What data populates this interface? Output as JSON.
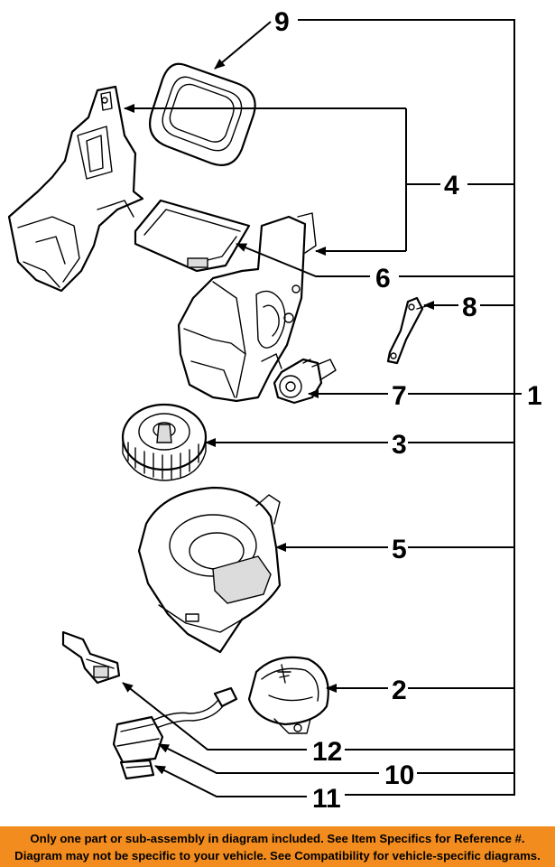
{
  "diagram": {
    "callouts": {
      "c1": "1",
      "c2": "2",
      "c3": "3",
      "c4": "4",
      "c5": "5",
      "c6": "6",
      "c7": "7",
      "c8": "8",
      "c9": "9",
      "c10": "10",
      "c11": "11",
      "c12": "12"
    }
  },
  "banner": {
    "line1": "Only one part or sub-assembly in diagram included. See Item Specifics for Reference #.",
    "line2": "Diagram may not be specific to your vehicle. See Compatibility for vehicle-specific diagrams."
  },
  "colors": {
    "banner_bg": "#f28c1e",
    "ink": "#000000",
    "paper": "#ffffff"
  }
}
